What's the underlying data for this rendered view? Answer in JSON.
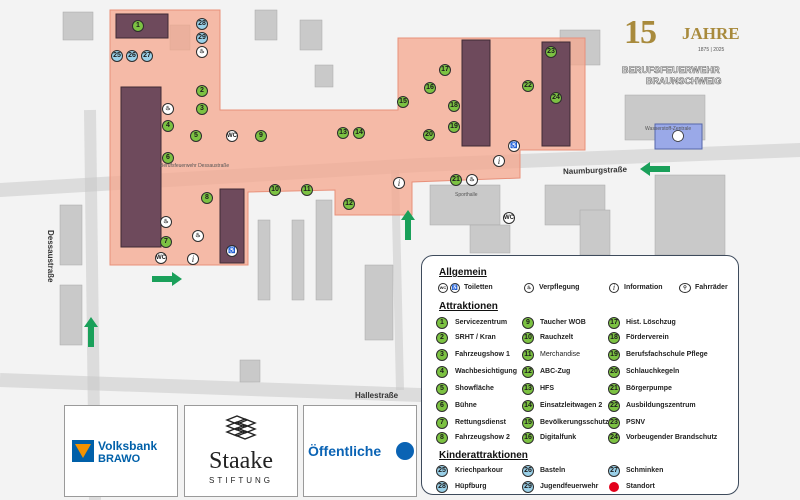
{
  "map": {
    "streets": {
      "naumburg": "Naumburgstraße",
      "dessau": "Dessaustraße",
      "halle": "Hallestraße"
    },
    "building_labels": {
      "b1": "Berufsfeuerwehr Dessaustraße",
      "b2": "Sporthalle",
      "b3": "Wasserstoff-Zentrale"
    },
    "markers": [
      {
        "n": "1",
        "type": "attraction"
      },
      {
        "n": "2",
        "type": "attraction"
      },
      {
        "n": "3",
        "type": "attraction"
      },
      {
        "n": "4",
        "type": "attraction"
      },
      {
        "n": "5",
        "type": "attraction"
      },
      {
        "n": "6",
        "type": "attraction"
      },
      {
        "n": "7",
        "type": "attraction"
      },
      {
        "n": "8",
        "type": "attraction"
      },
      {
        "n": "9",
        "type": "attraction"
      },
      {
        "n": "10",
        "type": "attraction"
      },
      {
        "n": "11",
        "type": "attraction"
      },
      {
        "n": "12",
        "type": "attraction"
      },
      {
        "n": "13",
        "type": "attraction"
      },
      {
        "n": "14",
        "type": "attraction"
      },
      {
        "n": "15",
        "type": "attraction"
      },
      {
        "n": "16",
        "type": "attraction"
      },
      {
        "n": "17",
        "type": "attraction"
      },
      {
        "n": "18",
        "type": "attraction"
      },
      {
        "n": "19",
        "type": "attraction"
      },
      {
        "n": "20",
        "type": "attraction"
      },
      {
        "n": "21",
        "type": "attraction"
      },
      {
        "n": "22",
        "type": "attraction"
      },
      {
        "n": "23",
        "type": "attraction"
      },
      {
        "n": "24",
        "type": "attraction"
      },
      {
        "n": "25",
        "type": "kids"
      },
      {
        "n": "26",
        "type": "kids"
      },
      {
        "n": "27",
        "type": "kids"
      },
      {
        "n": "28",
        "type": "kids"
      },
      {
        "n": "29",
        "type": "kids"
      }
    ],
    "wc_label": "WC",
    "info_label": "i"
  },
  "logo": {
    "number_1": "1",
    "number_5": "5",
    "jahre": "JAHRE",
    "years": "1875 | 2025",
    "line1": "BERUFSFEUERWEHR",
    "line2": "BRAUNSCHWEIG"
  },
  "legend": {
    "general_title": "Allgemein",
    "general": {
      "toilets": "Toiletten",
      "wc": "WC",
      "food": "Verpflegung",
      "info": "Information",
      "info_symbol": "i",
      "bikes": "Fahrräder"
    },
    "attractions_title": "Attraktionen",
    "attractions": [
      {
        "n": "1",
        "label": "Servicezentrum"
      },
      {
        "n": "2",
        "label": "SRHT / Kran"
      },
      {
        "n": "3",
        "label": "Fahrzeugshow 1"
      },
      {
        "n": "4",
        "label": "Wachbesichtigung"
      },
      {
        "n": "5",
        "label": "Showfläche"
      },
      {
        "n": "6",
        "label": "Bühne"
      },
      {
        "n": "7",
        "label": "Rettungsdienst"
      },
      {
        "n": "8",
        "label": "Fahrzeugshow 2"
      },
      {
        "n": "9",
        "label": "Taucher WOB"
      },
      {
        "n": "10",
        "label": "Rauchzelt"
      },
      {
        "n": "11",
        "label": "Merchandise"
      },
      {
        "n": "12",
        "label": "ABC-Zug"
      },
      {
        "n": "13",
        "label": "HFS"
      },
      {
        "n": "14",
        "label": "Einsatzleitwagen 2"
      },
      {
        "n": "15",
        "label": "Bevölkerungsschutz"
      },
      {
        "n": "16",
        "label": "Digitalfunk"
      },
      {
        "n": "17",
        "label": "Hist. Löschzug"
      },
      {
        "n": "18",
        "label": "Förderverein"
      },
      {
        "n": "19",
        "label": "Berufsfachschule Pflege"
      },
      {
        "n": "20",
        "label": "Schlauchkegeln"
      },
      {
        "n": "21",
        "label": "Börgerpumpe"
      },
      {
        "n": "22",
        "label": "Ausbildungszentrum"
      },
      {
        "n": "23",
        "label": "PSNV"
      },
      {
        "n": "24",
        "label": "Vorbeugender Brandschutz"
      }
    ],
    "kids_title": "Kinderattraktionen",
    "kids": [
      {
        "n": "25",
        "label": "Kriechparkour"
      },
      {
        "n": "26",
        "label": "Basteln"
      },
      {
        "n": "27",
        "label": "Schminken"
      },
      {
        "n": "28",
        "label": "Hüpfburg"
      },
      {
        "n": "29",
        "label": "Jugendfeuerwehr"
      }
    ],
    "location": "Standort"
  },
  "sponsors": {
    "volksbank_1": "Volksbank",
    "volksbank_2": "BRAWO",
    "staake_1": "Staake",
    "staake_2": "STIFTUNG",
    "oeffentliche": "Öffentliche"
  },
  "colors": {
    "event_area": "#f5a78e",
    "attraction": "#7cc242",
    "kids": "#9ad0e8",
    "route_arrow": "#1aa05a",
    "location": "#e3001b"
  }
}
